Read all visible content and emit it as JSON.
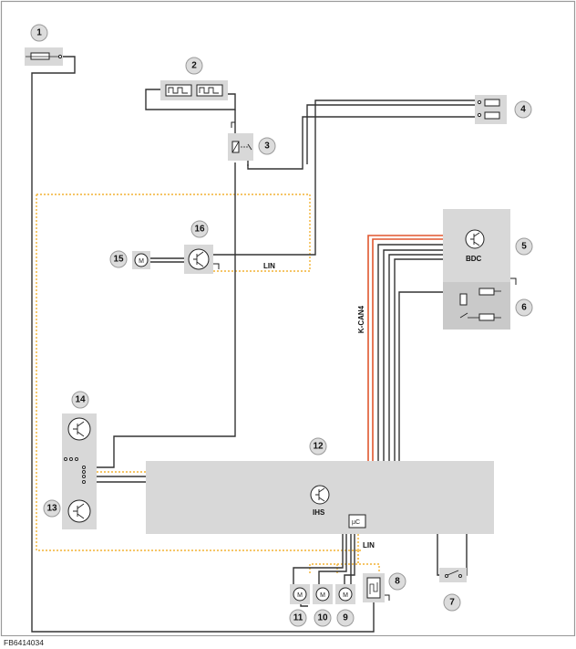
{
  "figure_id": "FB6414034",
  "labels": {
    "bdc": "BDC",
    "ihs": "IHS",
    "kcan": "K-CAN4",
    "lin_top": "LIN",
    "lin_bottom": "LIN",
    "uc": "µC",
    "motor": "M"
  },
  "components": [
    {
      "num": "1"
    },
    {
      "num": "2"
    },
    {
      "num": "3"
    },
    {
      "num": "4"
    },
    {
      "num": "5"
    },
    {
      "num": "6"
    },
    {
      "num": "7"
    },
    {
      "num": "8"
    },
    {
      "num": "9"
    },
    {
      "num": "10"
    },
    {
      "num": "11"
    },
    {
      "num": "12"
    },
    {
      "num": "13"
    },
    {
      "num": "14"
    },
    {
      "num": "15"
    },
    {
      "num": "16"
    }
  ],
  "colors": {
    "frame": "#9a9a9a",
    "component_fill": "#d8d8d8",
    "wire": "#333333",
    "lin_bus": "#f2b233",
    "k_can": "#e0562e"
  }
}
